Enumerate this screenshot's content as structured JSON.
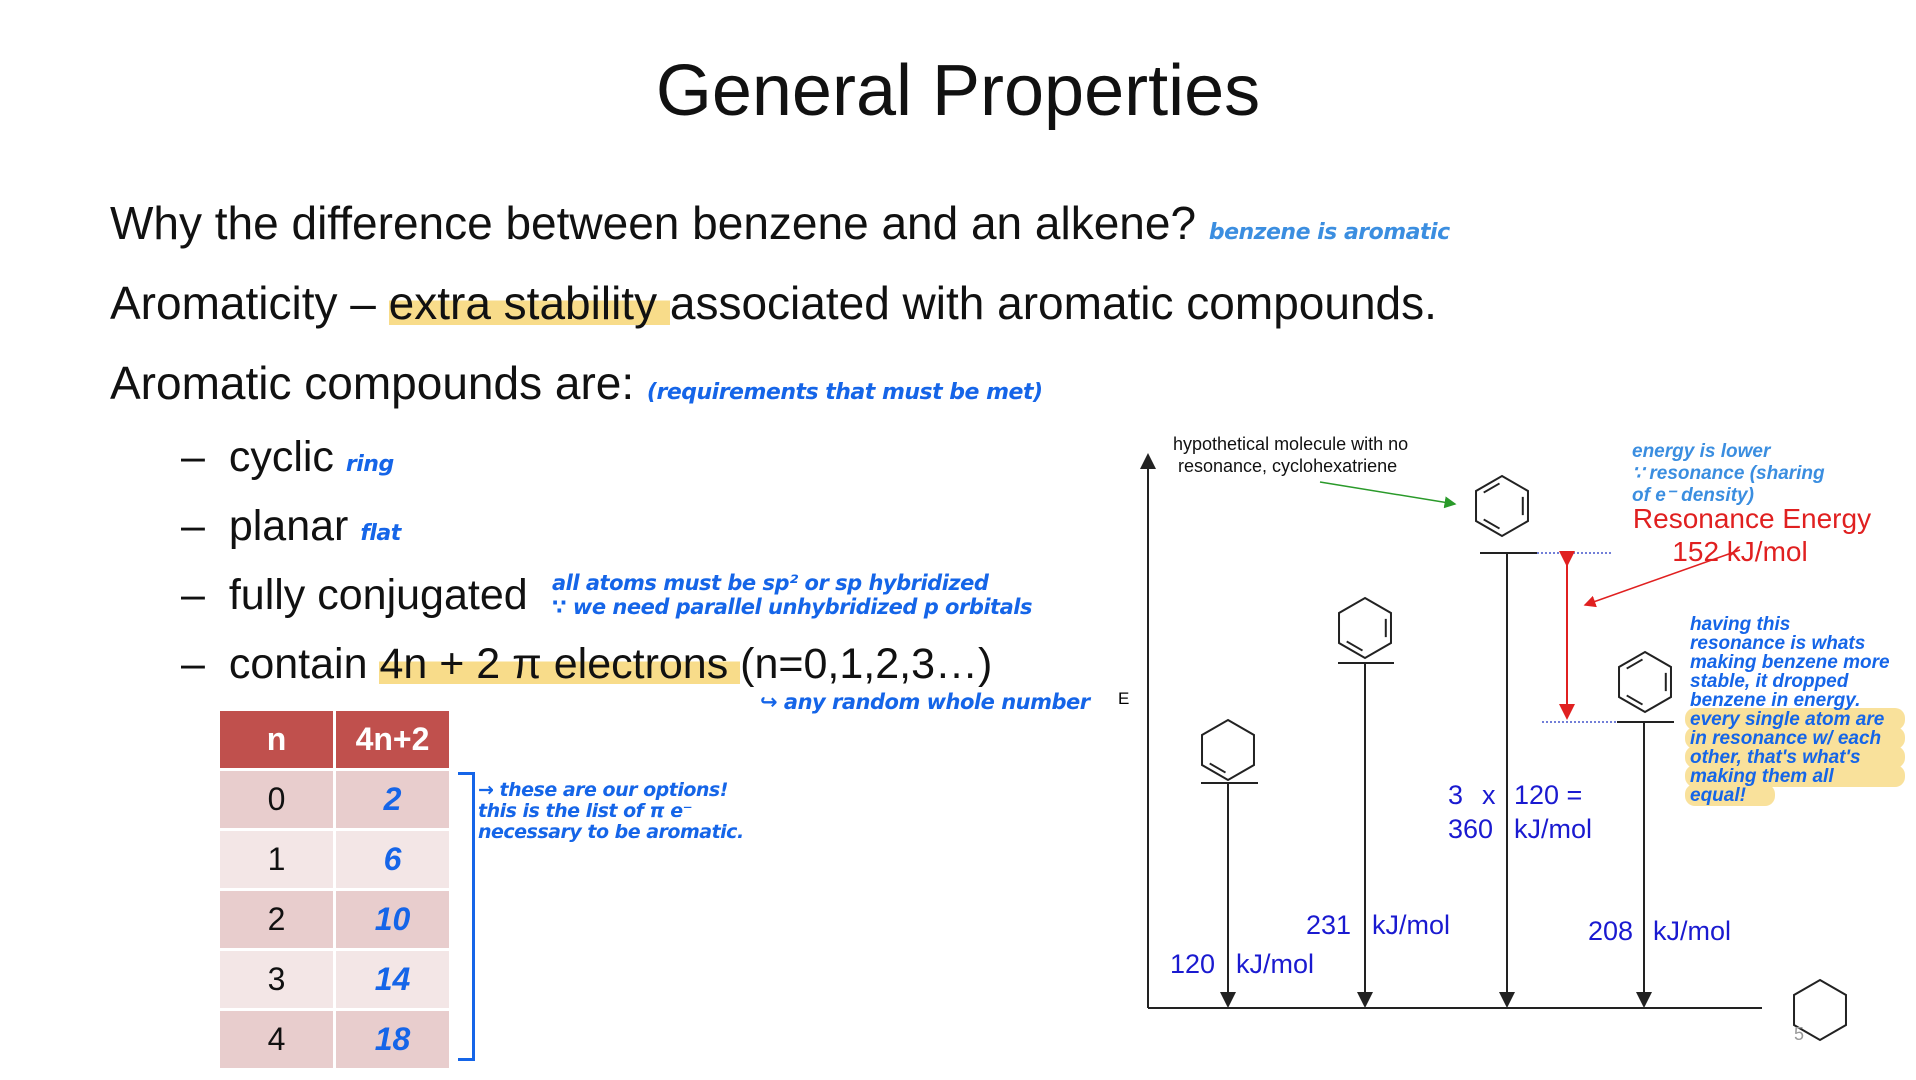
{
  "title": "General Properties",
  "lines": {
    "l1": "Why the difference between benzene and an alkene?",
    "l1_note": "benzene is aromatic",
    "l2_pre": "Aromaticity – ",
    "l2_hl": "extra stability ",
    "l2_post": "associated with aromatic compounds.",
    "l3": "Aromatic compounds are:",
    "l3_note": "(requirements that must be met)"
  },
  "bullets": [
    {
      "dash": "–",
      "text": "cyclic",
      "note": "ring"
    },
    {
      "dash": "–",
      "text": "planar",
      "note": "flat"
    },
    {
      "dash": "–",
      "text": "fully conjugated",
      "note": "all atoms must be sp² or sp hybridized",
      "note2": "∵ we need parallel unhybridized p orbitals"
    },
    {
      "dash": "–",
      "text_pre": "contain ",
      "text_hl": "4n + 2 π electrons ",
      "text_post": "(n=0,1,2,3…)",
      "note": "↪ any random whole number"
    }
  ],
  "table": {
    "headers": [
      "n",
      "4n+2"
    ],
    "rows": [
      [
        "0",
        "2"
      ],
      [
        "1",
        "6"
      ],
      [
        "2",
        "10"
      ],
      [
        "3",
        "14"
      ],
      [
        "4",
        "18"
      ]
    ],
    "note": [
      "→ these are our options!",
      "this is the list of π e⁻",
      "necessary to be aromatic."
    ]
  },
  "diagram": {
    "axis_label": "E",
    "hypo_label": [
      "hypothetical molecule with no",
      "resonance, cyclohexatriene"
    ],
    "energy_note": [
      "energy is lower",
      "∵ resonance (sharing",
      "of e⁻ density)"
    ],
    "resonance_title": "Resonance Energy",
    "resonance_value": "152 kJ/mol",
    "levels": [
      {
        "num": "120",
        "unit": "kJ/mol"
      },
      {
        "num": "231",
        "unit": "kJ/mol"
      },
      {
        "num1": "3",
        "x": "x",
        "num2": "120 =",
        "num3": "360",
        "unit": "kJ/mol"
      },
      {
        "num": "208",
        "unit": "kJ/mol"
      }
    ],
    "benzene_note": [
      "having this",
      "resonance is whats",
      "making benzene more",
      "stable, it dropped",
      "benzene in energy.",
      "every single atom are",
      "in resonance w/ each",
      "other, that's what's",
      "making them all",
      "equal!"
    ],
    "colors": {
      "red": "#e02020",
      "blue": "#1a1ad0",
      "green": "#2a9a2a",
      "handwriting": "#1565e8",
      "highlight": "#f8dc8a"
    }
  },
  "page_number": "5"
}
